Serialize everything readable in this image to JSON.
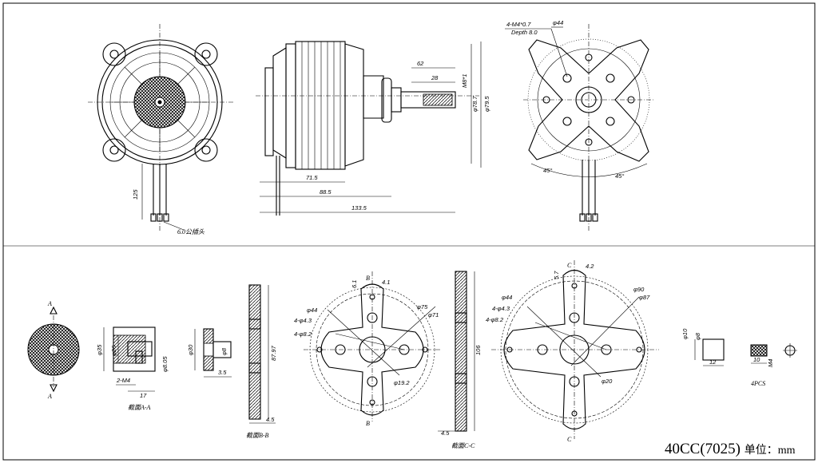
{
  "title": "40CC(7025)",
  "unit": "单位：mm",
  "top_view": {
    "cable_len": "125",
    "cable_note": "6.0公插头"
  },
  "side_view": {
    "d62": "62",
    "d28": "28",
    "m8": "M8*1",
    "phi78_7": "φ78.7",
    "phi79_5": "φ79.5",
    "d71_5": "71.5",
    "d88_5": "88.5",
    "d133_5": "133.5"
  },
  "mount_view": {
    "thread": "4-M4*0.7",
    "depth": "Depth 8.0",
    "phi44": "φ44",
    "ang1": "45°",
    "ang2": "45°"
  },
  "section_a": {
    "mark": "A",
    "phi35": "φ35",
    "phi26": "φ26",
    "phi8": "φ8.05",
    "m4": "2-M4",
    "d17": "17",
    "label": "截面A-A"
  },
  "collar": {
    "phi30": "φ30",
    "phi8": "φ8",
    "d3_5": "3.5"
  },
  "section_b": {
    "d87": "87.97",
    "d4_5": "4.5",
    "label": "截面B-B",
    "mark": "B",
    "d6_1": "6.1",
    "d4_1": "4.1",
    "phi44": "φ44",
    "phi4_3": "4-φ4.3",
    "phi8_2": "4-φ8.2",
    "phi75": "φ75",
    "phi71": "φ71",
    "phi19_2": "φ19.2"
  },
  "section_c": {
    "d106": "106",
    "d4_5": "4.5",
    "label": "截面C-C",
    "mark": "C",
    "d5_7": "5.7",
    "d4_2": "4.2",
    "phi44": "φ44",
    "phi4_3": "4-φ4.3",
    "phi8_2": "4-φ8.2",
    "phi90": "φ90",
    "phi87": "φ87",
    "phi20": "φ20"
  },
  "pins": {
    "phi10": "φ10",
    "phi8": "φ8",
    "d12": "12",
    "d10": "10",
    "m4": "M4",
    "count": "4PCS"
  }
}
